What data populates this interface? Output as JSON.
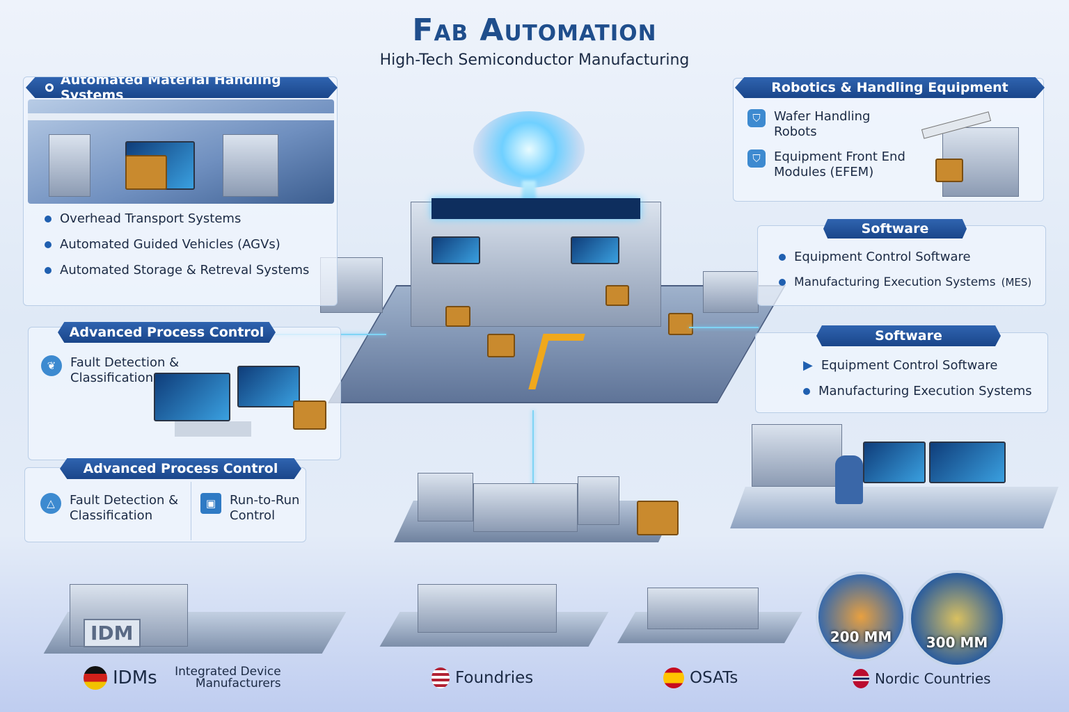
{
  "header": {
    "title": "Fab Automation",
    "subtitle": "High-Tech Semiconductor Manufacturing"
  },
  "amhs": {
    "title": "Automated Material Handling Systems",
    "items": [
      "Overhead Transport Systems",
      "Automated Guided Vehicles (AGVs)",
      "Automated Storage & Retreval Systems"
    ]
  },
  "apc1": {
    "title": "Advanced Process Control",
    "items": [
      "Fault Detection & Classification"
    ]
  },
  "apc2": {
    "title": "Advanced Process Control",
    "items": [
      "Fault Detection & Classification",
      "Run-to-Run Control"
    ]
  },
  "robotics": {
    "title": "Robotics & Handling Equipment",
    "items": [
      "Wafer Handling Robots",
      "Equipment Front End Modules (EFEM)"
    ]
  },
  "software1": {
    "title": "Software",
    "items": [
      "Equipment Control Software",
      "Manufacturing Execution Systems",
      "(MES)"
    ]
  },
  "software2": {
    "title": "Software",
    "items": [
      "Equipment Control Software",
      "Manufacturing Execution Systems"
    ]
  },
  "center": {
    "sign_label": "IDM"
  },
  "wafers": [
    "200 MM",
    "300 MM"
  ],
  "bottom": [
    {
      "label": "IDMs",
      "sub": "Integrated Device Manufacturers",
      "flag": "germany-flag-icon"
    },
    {
      "label": "Foundries",
      "flag": "usa-flag-icon"
    },
    {
      "label": "OSATs",
      "flag": "spain-flag-icon"
    },
    {
      "label": "Nordic Countries",
      "flag": "norway-flag-icon"
    }
  ],
  "colors": {
    "accent": "#1f4e8c",
    "pill": "#2356a0",
    "glow": "#7fd4f5",
    "crate": "#c98a2e"
  }
}
